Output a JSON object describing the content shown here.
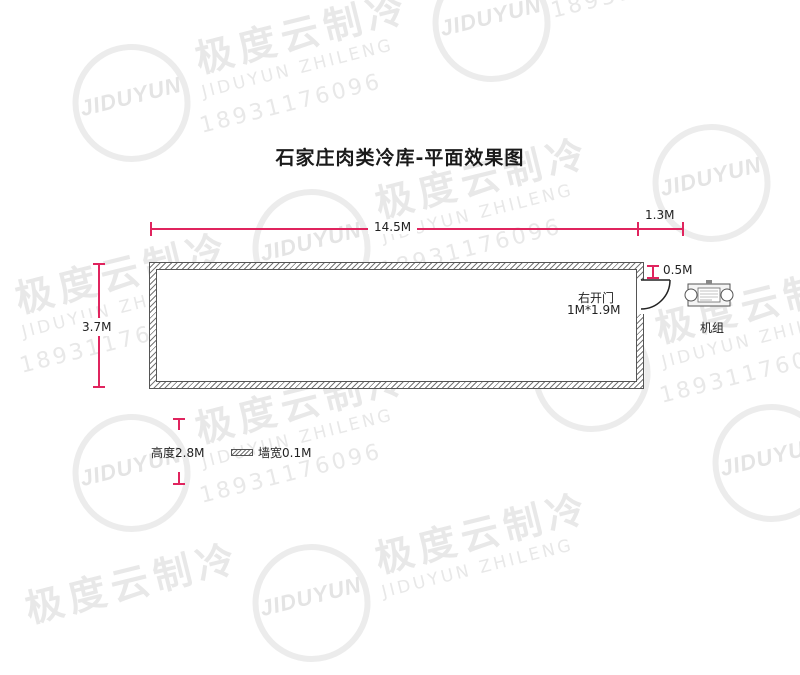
{
  "watermark": {
    "logo": "JIDUYUN",
    "brand": "极度云制冷",
    "sub": "JIDUYUN ZHILENG",
    "phone": "18931176096"
  },
  "title": "石家庄肉类冷库-平面效果图",
  "dims": {
    "length": "14.5M",
    "unit_gap": "1.3M",
    "depth": "3.7M",
    "door_offset": "0.5M",
    "door_label": "右开门",
    "door_size": "1M*1.9M",
    "unit_label": "机组"
  },
  "legend": {
    "height": "高度2.8M",
    "wall": "墙宽0.1M"
  },
  "colors": {
    "dimension": "#e0245e",
    "watermark": "#e6e6e6"
  }
}
